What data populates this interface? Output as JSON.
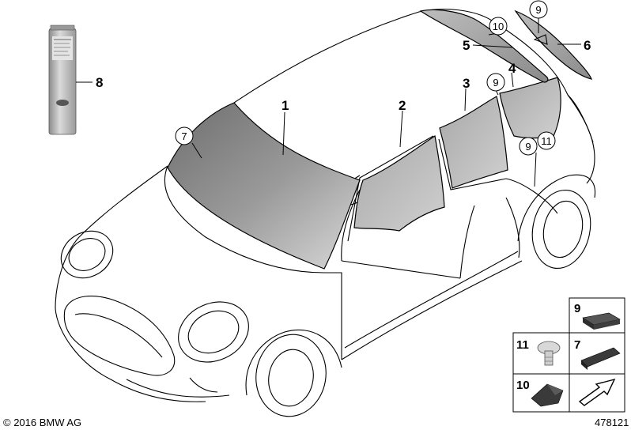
{
  "copyright": "© 2016 BMW AG",
  "image_number": "478121",
  "callouts": {
    "c1": "1",
    "c2": "2",
    "c3": "3",
    "c4": "4",
    "c5": "5",
    "c6": "6",
    "c8": "8"
  },
  "circled": {
    "windshield_7": "7",
    "rear_10": "10",
    "spoiler_9": "9",
    "quarter_9": "9",
    "pillar_9": "9",
    "pillar_11": "11"
  },
  "legend": {
    "r1_right": "9",
    "r2_left": "11",
    "r2_right": "7",
    "r3_left": "10"
  },
  "colors": {
    "glass_dark": "#7d7d7d",
    "glass_light": "#c8c8c8",
    "part_dark": "#3a3a3a",
    "tube_body": "#c4c4c4"
  }
}
